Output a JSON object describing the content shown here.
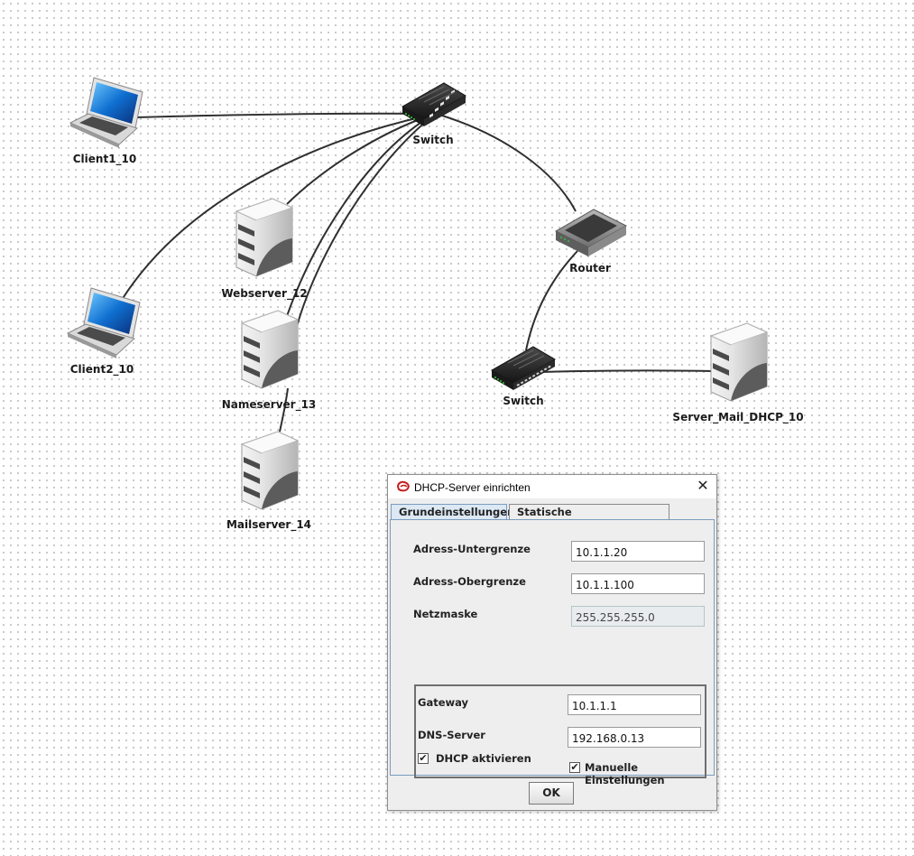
{
  "nodes": {
    "switch_top": "Switch",
    "client1": "Client1_10",
    "client2": "Client2_10",
    "webserver": "Webserver_12",
    "nameserver": "Nameserver_13",
    "mailserver": "Mailserver_14",
    "router": "Router",
    "switch_bottom": "Switch",
    "server_mail_dhcp": "Server_Mail_DHCP_10"
  },
  "dialog": {
    "title": "DHCP-Server einrichten",
    "close_label": "✕",
    "tabs": [
      "Grundeinstellungen",
      "Statische Adresszuweisung"
    ],
    "fields": {
      "lower_label": "Adress-Untergrenze",
      "lower_value": "10.1.1.20",
      "upper_label": "Adress-Obergrenze",
      "upper_value": "10.1.1.100",
      "netmask_label": "Netzmaske",
      "netmask_value": "255.255.255.0",
      "gateway_label": "Gateway",
      "gateway_value": "10.1.1.1",
      "dns_label": "DNS-Server",
      "dns_value": "192.168.0.13",
      "manual_label": "Manuelle Einstellungen",
      "dhcp_label": "DHCP aktivieren"
    },
    "manual_checked": true,
    "dhcp_checked": true,
    "ok_label": "OK"
  },
  "colors": {
    "cable": "#2f2f2f",
    "tab_active": "#dce8f4",
    "panel_border": "#7a9cc0"
  }
}
